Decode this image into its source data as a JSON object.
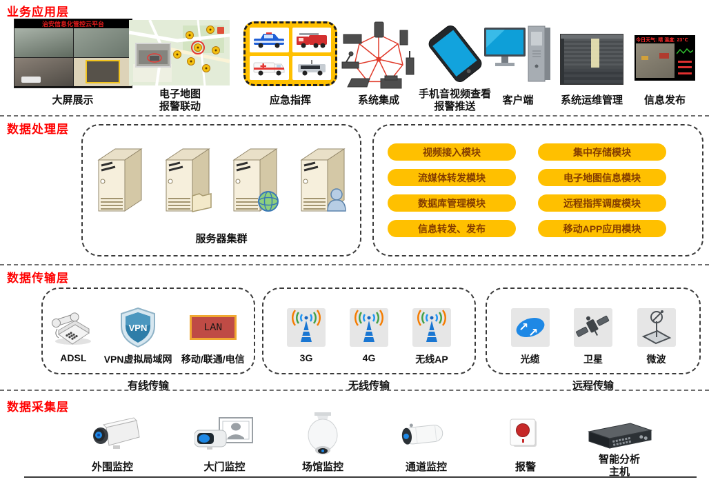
{
  "colors": {
    "accent_yellow": "#FFC000",
    "title_red": "#FF0000",
    "pill_text": "#833C00",
    "lan_red": "#BF4B45"
  },
  "layers": {
    "app": {
      "title": "业务应用层",
      "big_screen_header": "治安信息化管控云平台",
      "led_header": "今日天气: 晴 温度: 23℃",
      "items": [
        {
          "label": "大屏展示"
        },
        {
          "label": "电子地图\n报警联动"
        },
        {
          "label": "应急指挥"
        },
        {
          "label": "系统集成"
        },
        {
          "label": "手机音视频查看\n报警推送"
        },
        {
          "label": "客户端"
        },
        {
          "label": "系统运维管理"
        },
        {
          "label": "信息发布"
        }
      ]
    },
    "processing": {
      "title": "数据处理层",
      "cluster_label": "服务器集群",
      "modules_left": [
        "视频接入模块",
        "流媒体转发模块",
        "数据库管理模块",
        "信息转发、发布"
      ],
      "modules_right": [
        "集中存储模块",
        "电子地图信息模块",
        "远程指挥调度模块",
        "移动APP应用模块"
      ]
    },
    "transmission": {
      "title": "数据传输层",
      "wired": {
        "group_label": "有线传输",
        "items": [
          "ADSL",
          "VPN虚拟局域网",
          "移动/联通/电信"
        ],
        "vpn_text": "VPN",
        "lan_text": "LAN"
      },
      "wireless": {
        "group_label": "无线传输",
        "items": [
          "3G",
          "4G",
          "无线AP"
        ]
      },
      "remote": {
        "group_label": "远程传输",
        "items": [
          "光缆",
          "卫星",
          "微波"
        ]
      }
    },
    "collection": {
      "title": "数据采集层",
      "items": [
        "外围监控",
        "大门监控",
        "场馆监控",
        "通道监控",
        "报警",
        "智能分析\n主机"
      ]
    }
  }
}
